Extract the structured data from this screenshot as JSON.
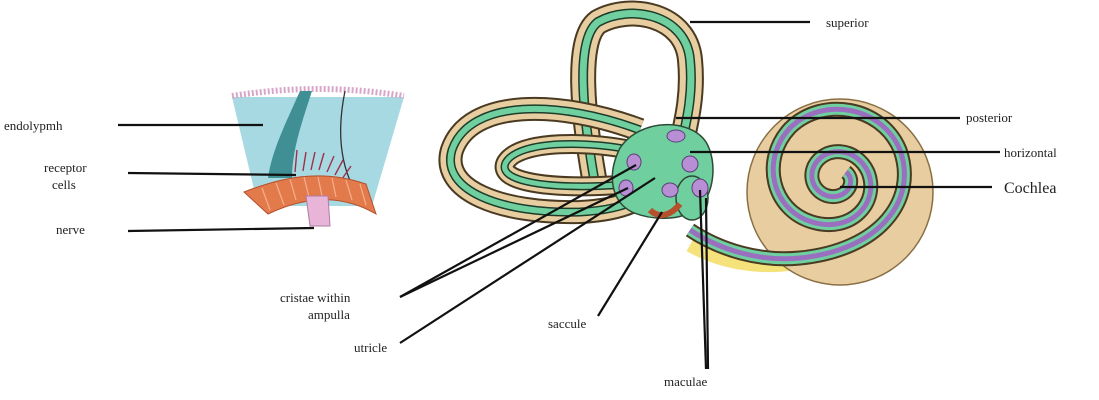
{
  "labels": {
    "endolymph": "endolypmh",
    "receptor_line1": "receptor",
    "receptor_line2": "cells",
    "nerve": "nerve",
    "cristae_line1": "cristae within",
    "cristae_line2": "ampulla",
    "utricle": "utricle",
    "saccule": "saccule",
    "maculae": "maculae",
    "superior": "superior",
    "posterior": "posterior",
    "horizontal": "horizontal",
    "cochlea": "Cochlea"
  },
  "colors": {
    "bone": "#e7cd9f",
    "bone_outline": "#4a3a22",
    "membrane": "#6fcf9e",
    "cochlea_purple": "#9b6fc0",
    "macula": "#b88fd4",
    "endolymph_fluid": "#a7d9e3",
    "cupula": "#3f8f95",
    "nerve": "#e8b4d8",
    "tissue": "#e27a4c",
    "lymph_yellow": "#f5e27a"
  }
}
